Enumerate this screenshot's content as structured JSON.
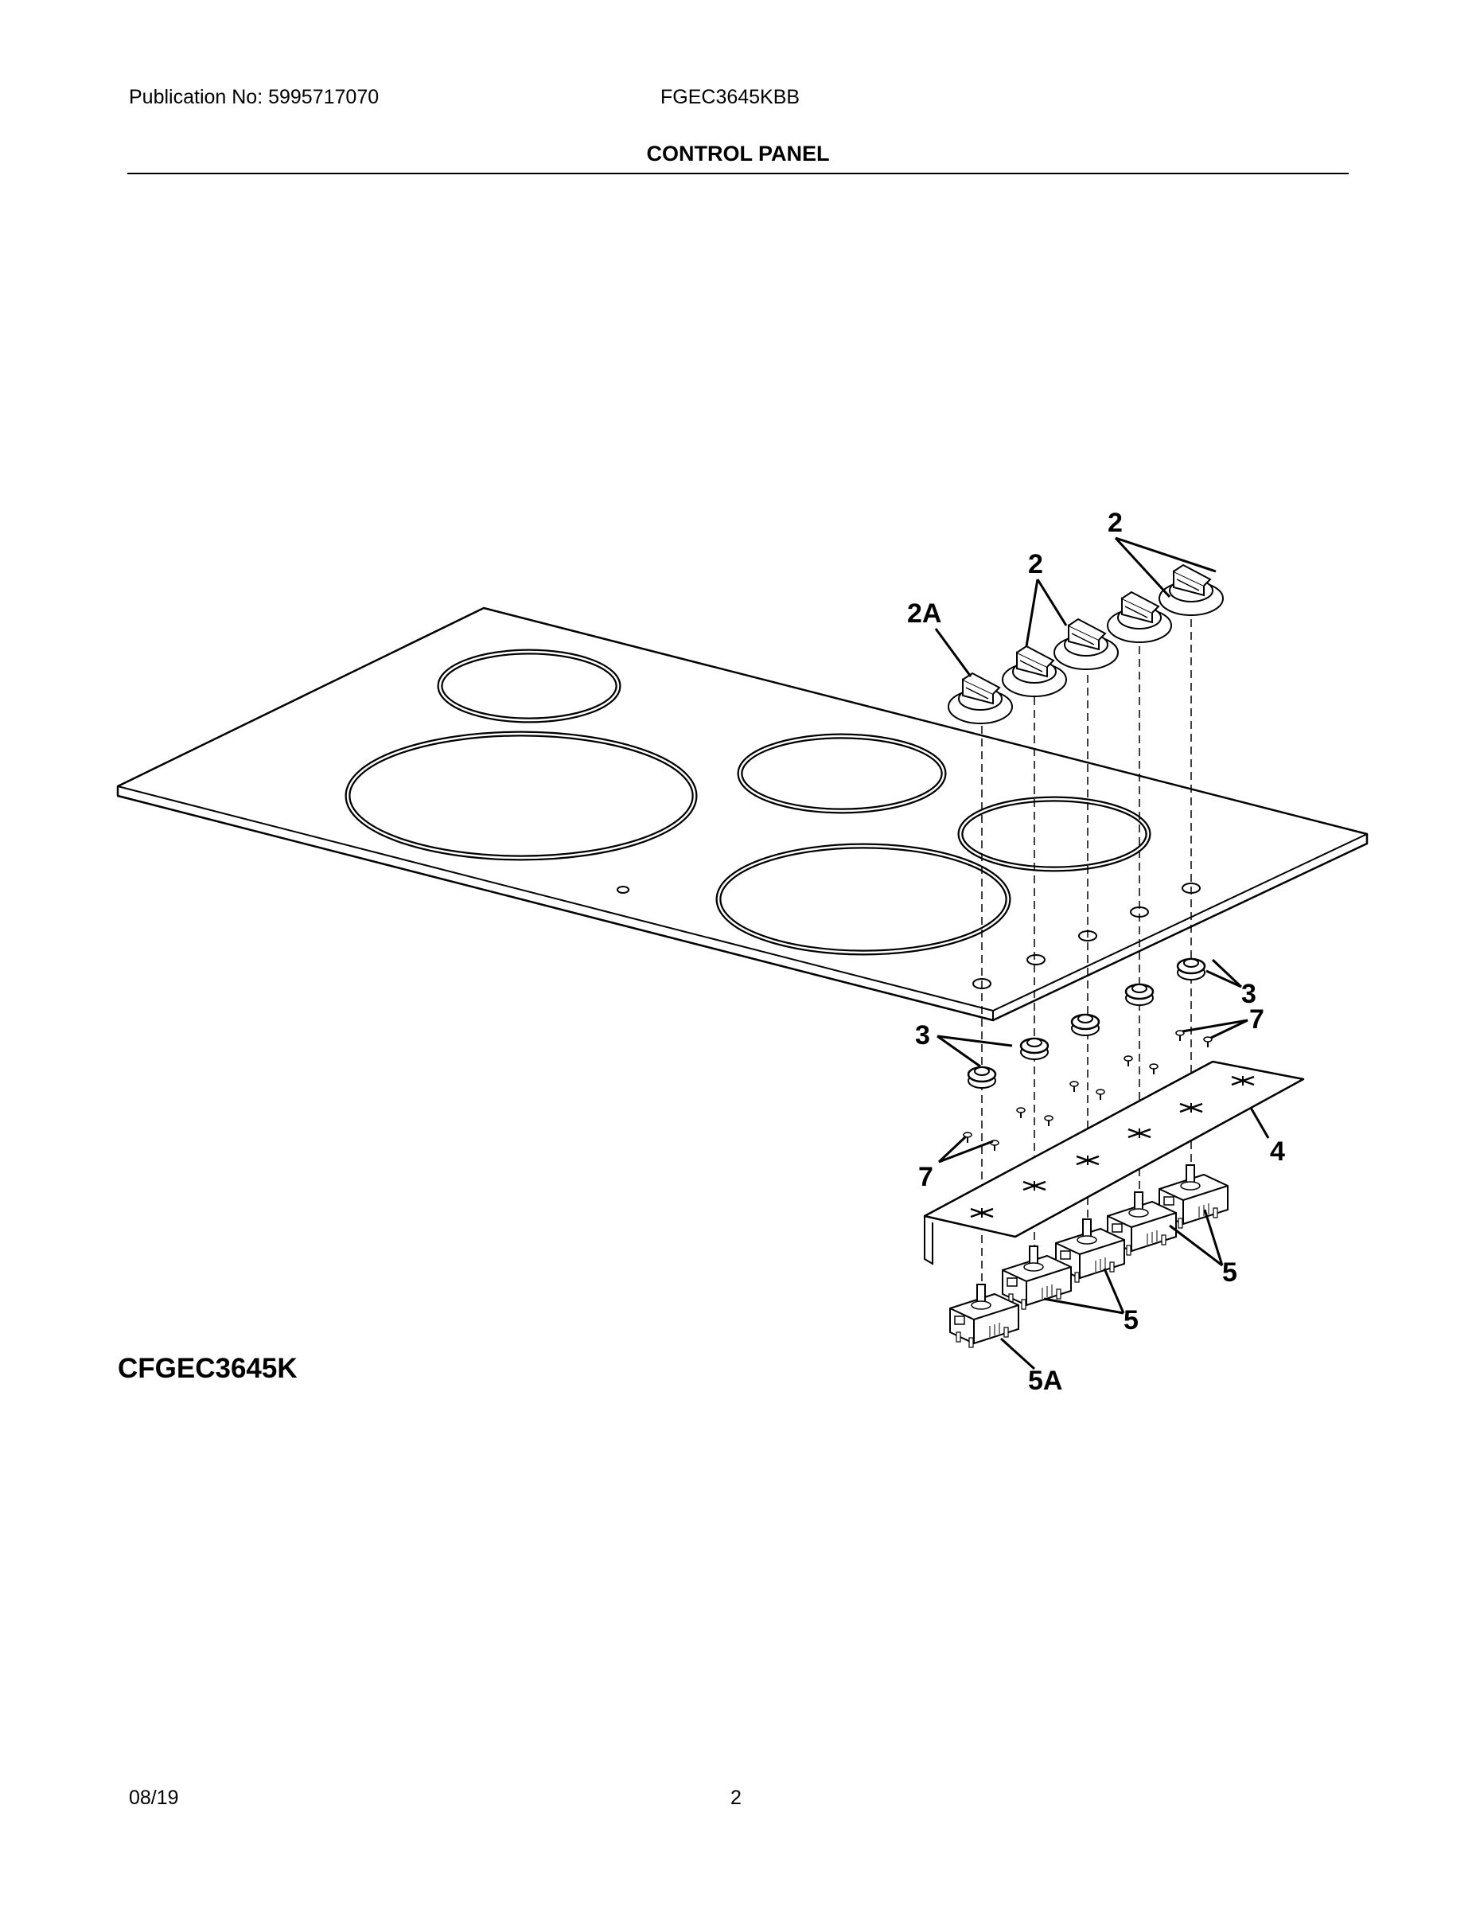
{
  "header": {
    "publication": "Publication No: 5995717070",
    "model": "FGEC3645KBB",
    "title": "CONTROL PANEL"
  },
  "diagram": {
    "variant_label": "CFGEC3645K",
    "callouts": {
      "knob_a": "2",
      "knob_b": "2",
      "knob_main": "2A",
      "grommet_right": "3",
      "grommet_left": "3",
      "screw_right": "7",
      "screw_left": "7",
      "bracket": "4",
      "switch_right": "5",
      "switch_mid": "5",
      "switch_main": "5A"
    }
  },
  "footer": {
    "date": "08/19",
    "page": "2"
  }
}
